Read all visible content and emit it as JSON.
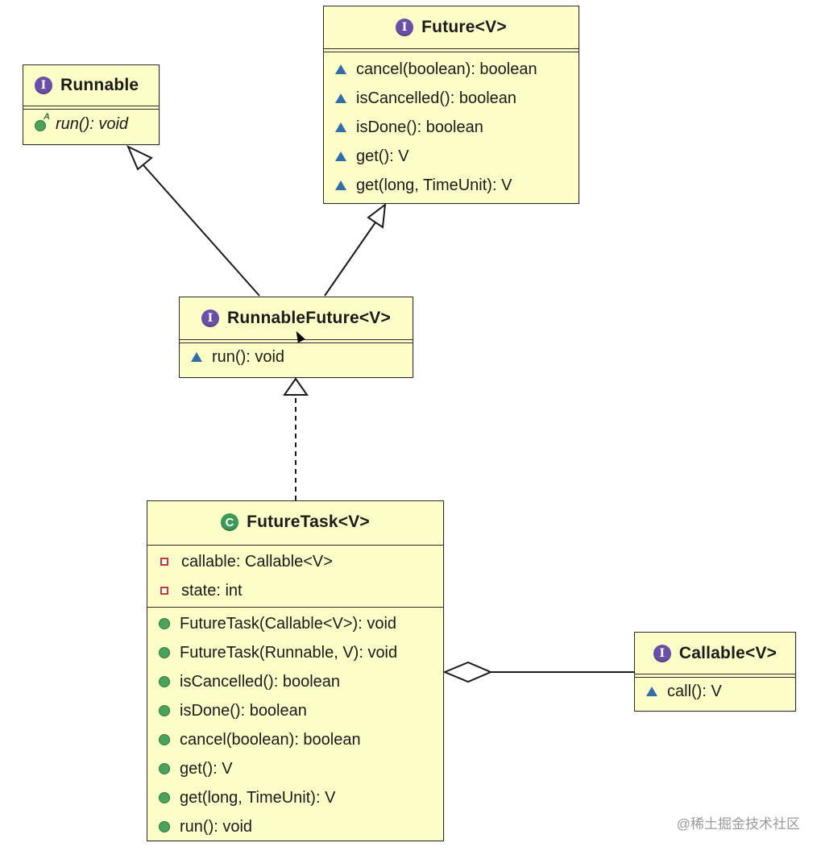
{
  "diagram": {
    "boxes": {
      "runnable": {
        "kind": "interface",
        "name": "Runnable",
        "methods": [
          {
            "visibility": "abstract",
            "text": "run(): void"
          }
        ]
      },
      "future": {
        "kind": "interface",
        "name": "Future<V>",
        "methods": [
          {
            "visibility": "package",
            "text": "cancel(boolean): boolean"
          },
          {
            "visibility": "package",
            "text": "isCancelled(): boolean"
          },
          {
            "visibility": "package",
            "text": "isDone(): boolean"
          },
          {
            "visibility": "package",
            "text": "get(): V"
          },
          {
            "visibility": "package",
            "text": "get(long, TimeUnit): V"
          }
        ]
      },
      "runnable_future": {
        "kind": "interface",
        "name": "RunnableFuture<V>",
        "methods": [
          {
            "visibility": "package",
            "text": "run(): void"
          }
        ]
      },
      "future_task": {
        "kind": "class",
        "name": "FutureTask<V>",
        "fields": [
          {
            "visibility": "private",
            "text": "callable: Callable<V>"
          },
          {
            "visibility": "private",
            "text": "state: int"
          }
        ],
        "methods": [
          {
            "visibility": "public",
            "text": "FutureTask(Callable<V>): void"
          },
          {
            "visibility": "public",
            "text": "FutureTask(Runnable, V): void"
          },
          {
            "visibility": "public",
            "text": "isCancelled(): boolean"
          },
          {
            "visibility": "public",
            "text": "isDone(): boolean"
          },
          {
            "visibility": "public",
            "text": "cancel(boolean): boolean"
          },
          {
            "visibility": "public",
            "text": "get(): V"
          },
          {
            "visibility": "public",
            "text": "get(long, TimeUnit): V"
          },
          {
            "visibility": "public",
            "text": "run(): void"
          }
        ]
      },
      "callable": {
        "kind": "interface",
        "name": "Callable<V>",
        "methods": [
          {
            "visibility": "package",
            "text": "call(): V"
          }
        ]
      }
    },
    "relations": [
      {
        "from": "runnable_future",
        "to": "runnable",
        "type": "generalization"
      },
      {
        "from": "runnable_future",
        "to": "future",
        "type": "generalization"
      },
      {
        "from": "future_task",
        "to": "runnable_future",
        "type": "realization"
      },
      {
        "from": "future_task",
        "to": "callable",
        "type": "aggregation"
      }
    ],
    "icons": {
      "interface_badge": "I",
      "class_badge": "C"
    },
    "colors": {
      "box_fill": "#fdfdc8",
      "interface_badge": "#6a4fa8",
      "class_badge": "#3b9a57",
      "package_icon": "#2f6ea8",
      "public_icon": "#4aa35a",
      "private_icon": "#c43a3a"
    }
  },
  "watermark": "@稀土掘金技术社区"
}
